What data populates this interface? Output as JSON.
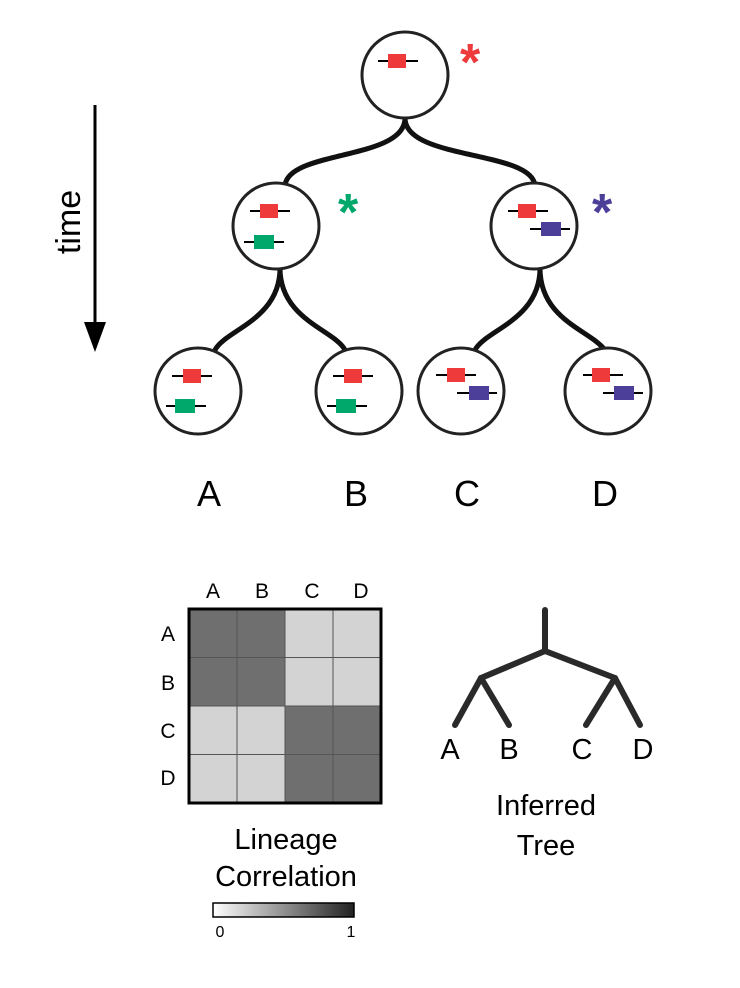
{
  "time_label": "time",
  "star_symbol": "*",
  "leaf_labels": [
    "A",
    "B",
    "C",
    "D"
  ],
  "matrix": {
    "row_labels": [
      "A",
      "B",
      "C",
      "D"
    ],
    "col_labels": [
      "A",
      "B",
      "C",
      "D"
    ],
    "values": [
      [
        0.65,
        0.65,
        0.2,
        0.2
      ],
      [
        0.65,
        0.65,
        0.2,
        0.2
      ],
      [
        0.2,
        0.2,
        0.65,
        0.65
      ],
      [
        0.2,
        0.2,
        0.65,
        0.65
      ]
    ],
    "title_line1": "Lineage",
    "title_line2": "Correlation",
    "scale_min": "0",
    "scale_max": "1"
  },
  "tree": {
    "title_line1": "Inferred",
    "title_line2": "Tree",
    "leaves": [
      "A",
      "B",
      "C",
      "D"
    ]
  },
  "colors": {
    "red_mark": "#ee3a3a",
    "green_mark": "#00a86b",
    "purple_mark": "#4b3f9a",
    "high": "#777777",
    "low": "#d6d6d6"
  }
}
